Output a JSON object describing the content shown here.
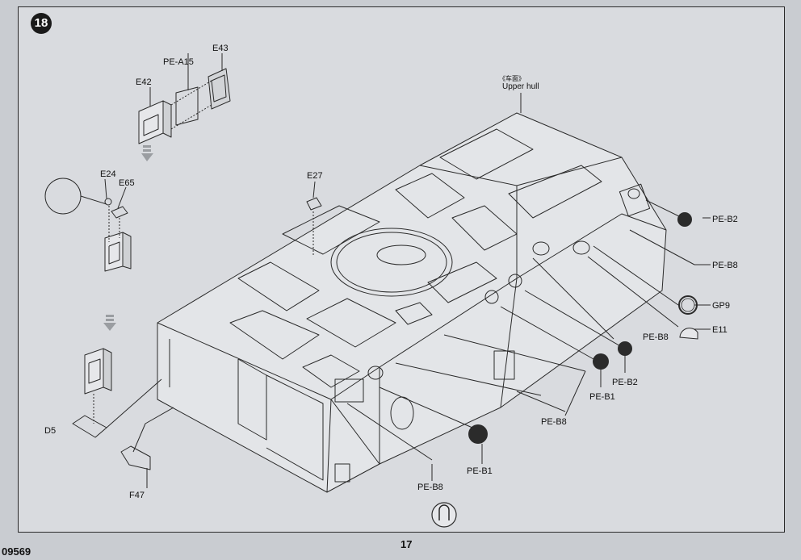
{
  "step_number": "18",
  "page_number": "17",
  "kit_code": "09569",
  "callouts": {
    "upper_hull_cn": "《车面》",
    "upper_hull_en": "Upper hull",
    "e43": "E43",
    "pe_a15": "PE-A15",
    "e42": "E42",
    "e24": "E24",
    "e65": "E65",
    "e27": "E27",
    "d5": "D5",
    "f47": "F47",
    "pe_b2_top": "PE-B2",
    "pe_b8_top": "PE-B8",
    "gp9": "GP9",
    "e11": "E11",
    "pe_b8_mid": "PE-B8",
    "pe_b2_mid": "PE-B2",
    "pe_b1_mid": "PE-B1",
    "pe_b8_low": "PE-B8",
    "pe_b1_low": "PE-B1",
    "pe_b8_bottom": "PE-B8"
  },
  "colors": {
    "paper": "#d9dbdf",
    "ink": "#2a2a2a",
    "badge": "#1a1a1a"
  },
  "icons": {
    "step_badge": "step-number-badge",
    "arrow_down": "assembly-direction-arrow",
    "photo_etch_bend": "photo-etch-bend-icon"
  }
}
